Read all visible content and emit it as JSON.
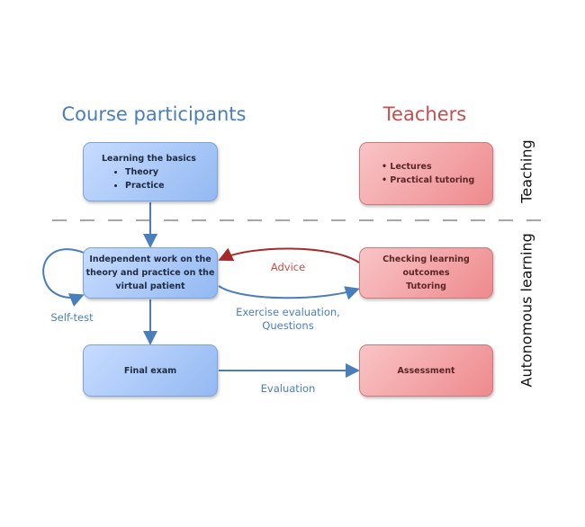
{
  "headers": {
    "participants": "Course participants",
    "teachers": "Teachers"
  },
  "side_labels": {
    "teaching": "Teaching",
    "autonomous": "Autonomous learning"
  },
  "boxes": {
    "basics": {
      "title": "Learning the basics",
      "items": [
        "Theory",
        "Practice"
      ]
    },
    "teaching": {
      "items": [
        "Lectures",
        "Practical tutoring"
      ]
    },
    "independent": {
      "lines": [
        "Independent work on the",
        "theory and practice on the",
        "virtual patient"
      ]
    },
    "checking": {
      "lines": [
        "Checking learning",
        "outcomes",
        "Tutoring"
      ]
    },
    "exam": {
      "label": "Final exam"
    },
    "assessment": {
      "label": "Assessment"
    }
  },
  "arrow_labels": {
    "advice": "Advice",
    "exercise": [
      "Exercise evaluation,",
      "Questions"
    ],
    "selftest": "Self-test",
    "evaluation": "Evaluation"
  },
  "colors": {
    "blue": "#4a7ebb",
    "red": "#c0504d",
    "arrow_red": "#a52a2a"
  }
}
